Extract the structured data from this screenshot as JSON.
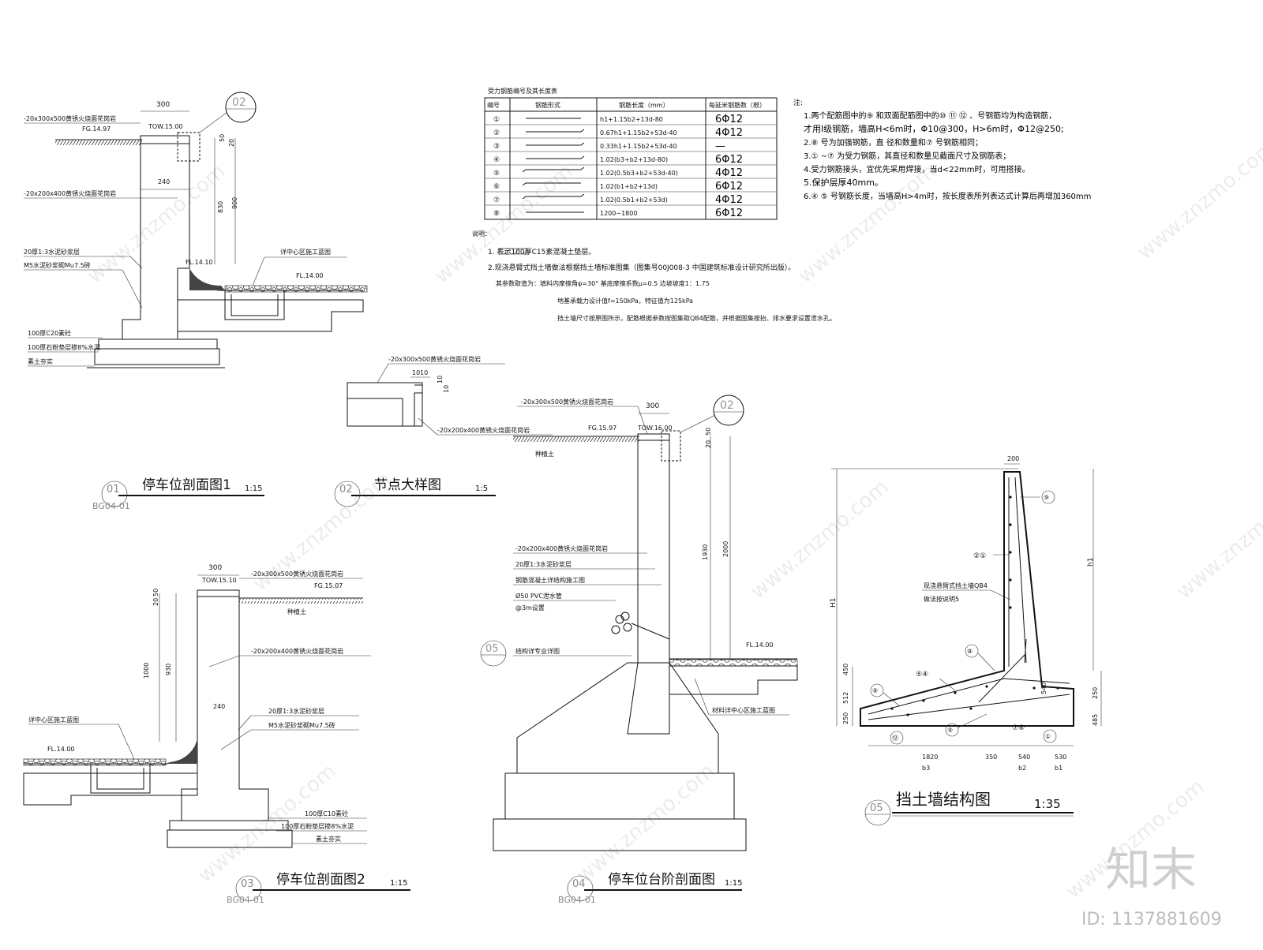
{
  "rebar_table": {
    "caption": "受力钢筋编号及其长度表",
    "headers": [
      "编号",
      "钢筋形式",
      "钢筋长度（mm）",
      "每延米钢筋数（根）"
    ],
    "rows": [
      {
        "no": "①",
        "length": "h1+1.15b2+13d-80",
        "count": "6Φ12"
      },
      {
        "no": "②",
        "length": "0.67h1+1.15b2+53d-40",
        "count": "4Φ12"
      },
      {
        "no": "③",
        "length": "0.33h1+1.15b2+53d-40",
        "count": "—"
      },
      {
        "no": "④",
        "length": "1.02(b3+b2+13d-80)",
        "count": "6Φ12"
      },
      {
        "no": "⑤",
        "length": "1.02(0.5b3+b2+53d-40)",
        "count": "4Φ12"
      },
      {
        "no": "⑥",
        "length": "1.02(b1+b2+13d)",
        "count": "6Φ12"
      },
      {
        "no": "⑦",
        "length": "1.02(0.5b1+b2+53d)",
        "count": "4Φ12"
      },
      {
        "no": "⑧",
        "length": "1200~1800",
        "count": "6Φ12"
      }
    ]
  },
  "notes_right": {
    "title": "注:",
    "lines": [
      "1.两个配筋图中的⑨ 和双面配筋图中的⑩ ⑪ ⑫ 、号钢筋均为构造钢筋，",
      "才用Ⅰ级钢筋，墙高H<6m时，Φ10@300，H>6m时，Φ12@250;",
      "2.⑧ 号为加强钢筋，直  径和数量和⑦ 号钢筋相同；",
      "3.① ~⑦  为受力钢筋，其直径和数量见截面尺寸及钢筋表；",
      "4.受力钢筋接头，宜优先采用焊接，当d<22mm时，可用搭接。",
      "5.保护层厚40mm。",
      "6.④ ⑤ 号钢筋长度，当墙高H>4m时，按长度表所列表达式计算后再增加360mm"
    ]
  },
  "notes_mid": {
    "title": "说明：",
    "lines": [
      "1.          表示100厚C15素混凝土垫层。",
      "2.现浇悬臂式挡土墙做法根据挡土墙标准图集（图集号00J008-3  中国建筑标准设计研究所出版）。",
      "其参数取值为：填料内摩擦角φ=30°          基底摩擦系数μ=0.5          边坡坡度1：1.75",
      "地基承载力设计值f=150kPa，特征值为125kPa",
      "挡土墙尺寸按原图所示，配筋根据参数按图集取QB4配筋，并根据图集按抬、排水要求设置泄水孔。"
    ]
  },
  "drawings": {
    "d01": {
      "title": "停车位剖面图1",
      "scale": "1:15",
      "no": "01",
      "ref": "BG04-01",
      "labels": [
        "-20x300x500黄锈火烧面花岗岩",
        "FG.14.97",
        "TOW.15.00",
        "-20x200x400黄锈火烧面花岗岩",
        "20厚1:3水泥砂浆层",
        "M5水泥砂浆砌Mu7.5砖",
        "FL.14.10",
        "详中心区施工蓝图",
        "FL.14.00",
        "100厚C20素砼",
        "100厚石粉垫层掺8%水泥",
        "素土夯实"
      ],
      "dims": [
        "300",
        "240",
        "50",
        "20",
        "830",
        "900"
      ],
      "callout": "02"
    },
    "d02": {
      "title": "节点大样图",
      "scale": "1:5",
      "no": "02",
      "labels": [
        "-20x300x500黄锈火烧面花岗岩",
        "-20x200x400黄锈火烧面花岗岩"
      ],
      "dims": [
        "10",
        "10",
        "10",
        "10"
      ]
    },
    "d03": {
      "title": "停车位剖面图2",
      "scale": "1:15",
      "no": "03",
      "ref": "BG04-01",
      "labels": [
        "TOW.15.10",
        "-20x300x500黄锈火烧面花岗岩",
        "FG.15.07",
        "种植土",
        "-20x200x400黄锈火烧面花岗岩",
        "20厚1:3水泥砂浆层",
        "M5水泥砂浆砌Mu7.5砖",
        "详中心区施工蓝图",
        "FL.14.00",
        "100厚C10素砼",
        "100厚石粉垫层掺8%水泥",
        "素土夯实"
      ],
      "dims": [
        "300",
        "20",
        "50",
        "1000",
        "930",
        "240"
      ]
    },
    "d04": {
      "title": "停车位台阶剖面图",
      "scale": "1:15",
      "no": "04",
      "ref": "BG04-01",
      "labels": [
        "-20x300x500黄锈火烧面花岗岩",
        "TOW.16.00",
        "FG.15.97",
        "种植土",
        "-20x200x400黄锈火烧面花岗岩",
        "20厚1:3水泥砂浆层",
        "钢筋混凝土详结构施工图",
        "Ø50 PVC泄水管",
        "@3m设置",
        "结构详专业详图",
        "FL.14.00",
        "材料详中心区施工蓝图"
      ],
      "dims": [
        "300",
        "20",
        "50",
        "1930",
        "2000"
      ],
      "callout": "02",
      "detail": "05"
    },
    "d05": {
      "title": "挡土墙结构图",
      "scale": "1:35",
      "no": "05",
      "labels": [
        "现浇悬臂式挡土墙QB4",
        "做法按说明5",
        "H1",
        "h1"
      ],
      "dims": [
        "200",
        "450",
        "512",
        "250",
        "540",
        "250",
        "485",
        "1820",
        "350",
        "540",
        "530",
        "b3",
        "b2",
        "b1"
      ],
      "bars": [
        "⑨",
        "②①",
        "⑧",
        "⑤④",
        "⑨",
        "⑫",
        "⑨",
        "⑦⑥",
        "①"
      ]
    }
  },
  "watermark": {
    "text": "www.znzmo.com",
    "brand": "知末",
    "id": "ID: 1137881609"
  }
}
